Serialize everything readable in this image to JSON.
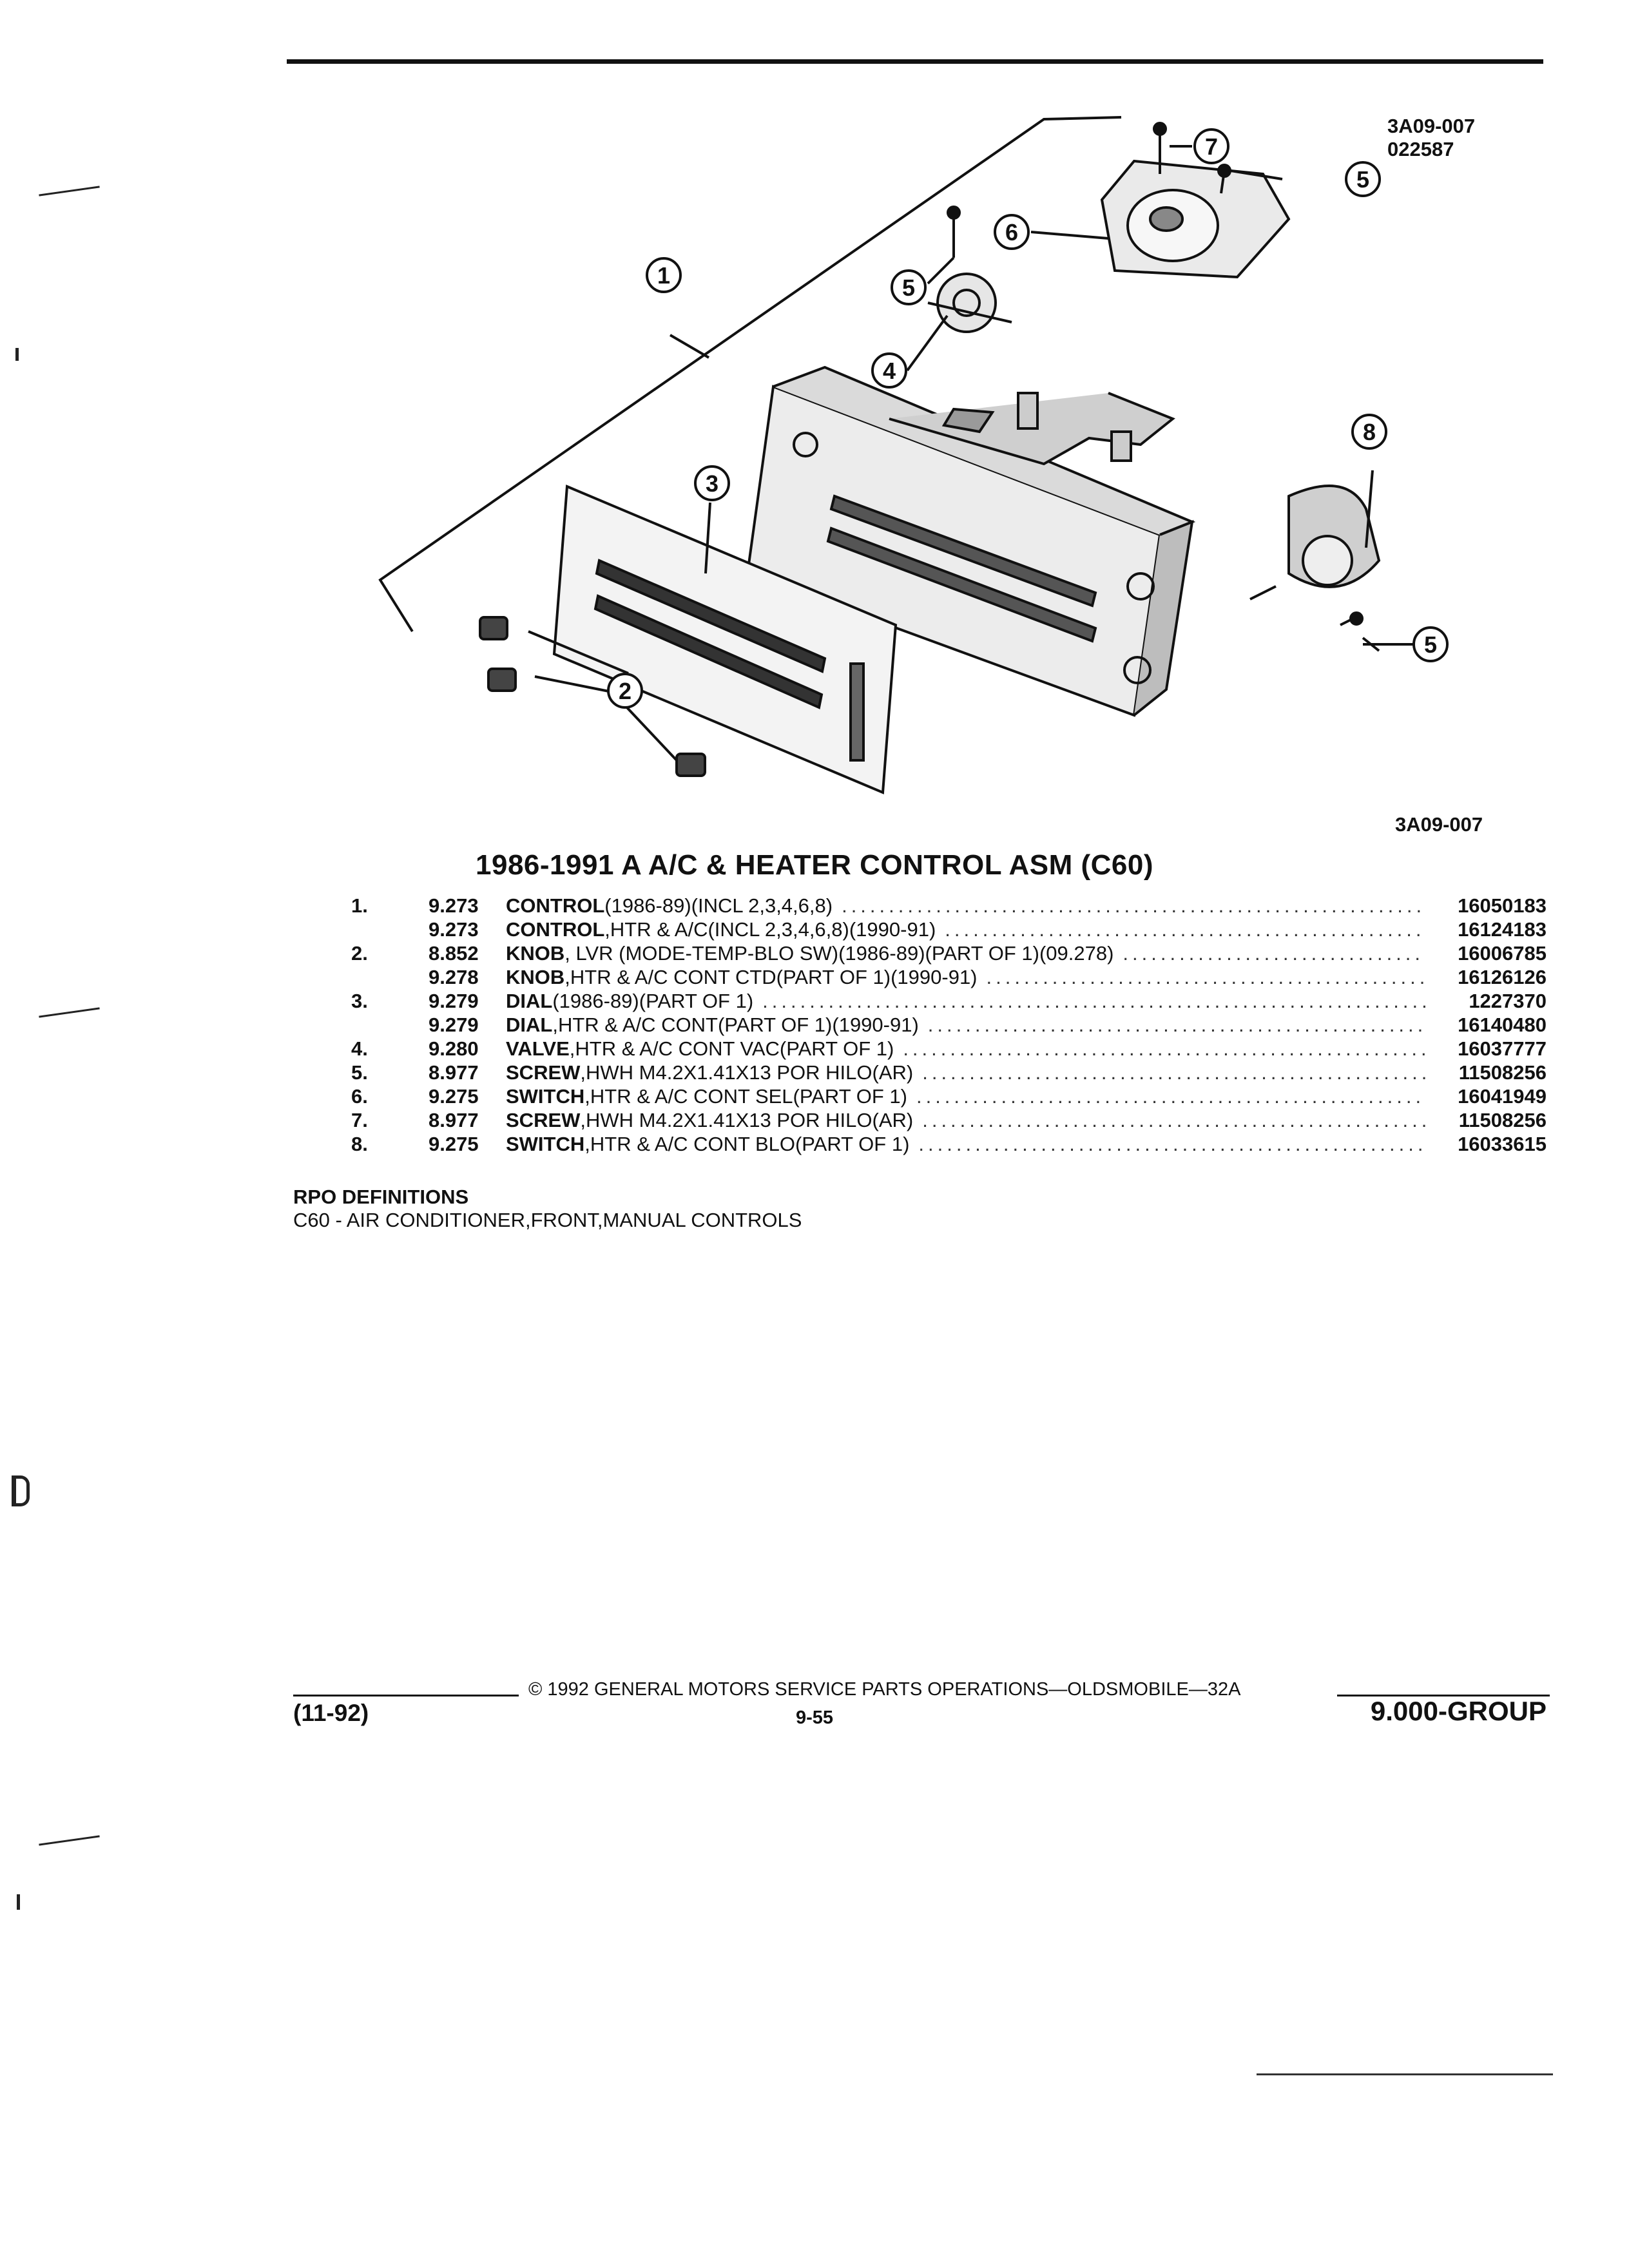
{
  "figure": {
    "code_top": "3A09-007",
    "date_code": "022587",
    "code_bottom": "3A09-007",
    "callouts": [
      "1",
      "2",
      "3",
      "4",
      "5",
      "6",
      "7",
      "8"
    ]
  },
  "title": "1986-1991 A A/C & HEATER CONTROL ASM (C60)",
  "parts": [
    {
      "num": "1.",
      "group": "9.273",
      "name": "CONTROL",
      "desc": " (1986-89)(INCL 2,3,4,6,8)",
      "part": "16050183"
    },
    {
      "num": "",
      "group": "9.273",
      "name": "CONTROL",
      "desc": " ,HTR & A/C(INCL 2,3,4,6,8)(1990-91)",
      "part": "16124183"
    },
    {
      "num": "2.",
      "group": "8.852",
      "name": "KNOB",
      "desc": " , LVR (MODE-TEMP-BLO SW)(1986-89)(PART OF 1)(09.278)",
      "part": "16006785"
    },
    {
      "num": "",
      "group": "9.278",
      "name": "KNOB",
      "desc": " ,HTR & A/C CONT CTD(PART OF 1)(1990-91)",
      "part": "16126126"
    },
    {
      "num": "3.",
      "group": "9.279",
      "name": "DIAL",
      "desc": " (1986-89)(PART OF 1)",
      "part": "1227370"
    },
    {
      "num": "",
      "group": "9.279",
      "name": "DIAL",
      "desc": " ,HTR & A/C CONT(PART OF 1)(1990-91)",
      "part": "16140480"
    },
    {
      "num": "4.",
      "group": "9.280",
      "name": "VALVE",
      "desc": " ,HTR & A/C CONT VAC(PART OF 1)",
      "part": "16037777"
    },
    {
      "num": "5.",
      "group": "8.977",
      "name": "SCREW",
      "desc": " ,HWH M4.2X1.41X13 POR HILO(AR)",
      "part": "11508256"
    },
    {
      "num": "6.",
      "group": "9.275",
      "name": "SWITCH",
      "desc": " ,HTR & A/C CONT SEL(PART OF 1)",
      "part": "16041949"
    },
    {
      "num": "7.",
      "group": "8.977",
      "name": "SCREW",
      "desc": " ,HWH M4.2X1.41X13 POR HILO(AR)",
      "part": "11508256"
    },
    {
      "num": "8.",
      "group": "9.275",
      "name": "SWITCH",
      "desc": " ,HTR & A/C CONT BLO(PART OF 1)",
      "part": "16033615"
    }
  ],
  "rpo": {
    "heading": "RPO DEFINITIONS",
    "definition": "C60 - AIR CONDITIONER,FRONT,MANUAL CONTROLS"
  },
  "footer": {
    "copyright": "© 1992 GENERAL MOTORS SERVICE PARTS OPERATIONS—OLDSMOBILE—32A",
    "date": "(11-92)",
    "page": "9-55",
    "group": "9.000-GROUP"
  }
}
